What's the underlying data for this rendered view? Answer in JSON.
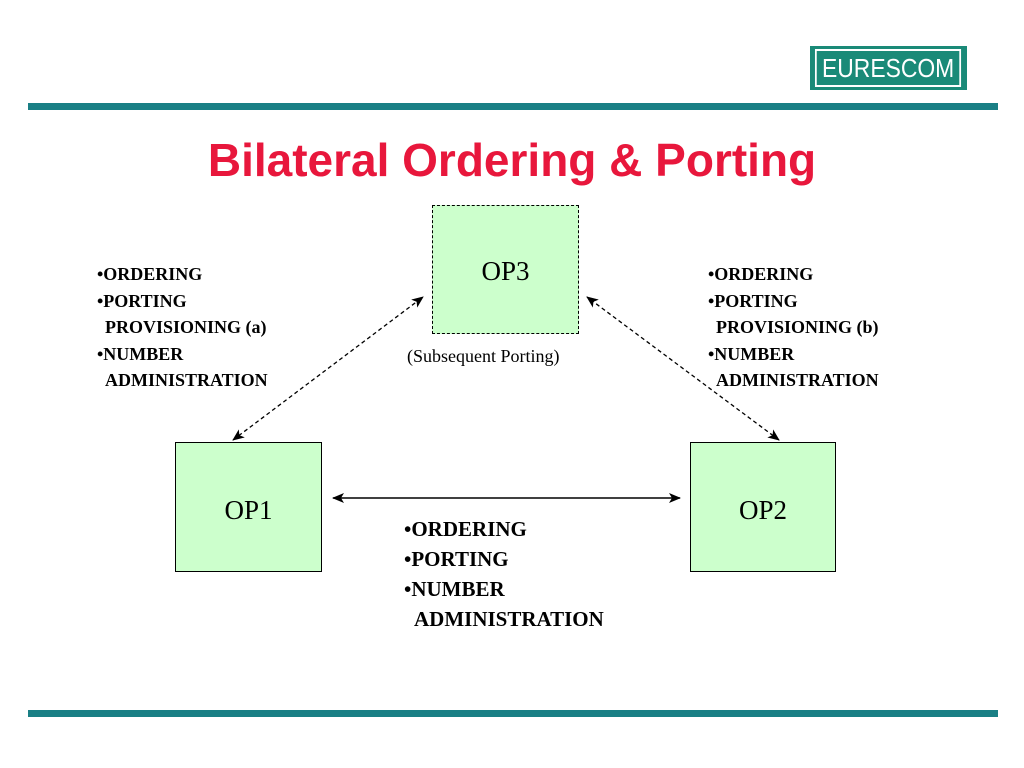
{
  "logo": {
    "text": "EURESCOM"
  },
  "title": "Bilateral Ordering & Porting",
  "nodes": {
    "op1": "OP1",
    "op2": "OP2",
    "op3": "OP3"
  },
  "op3_caption": "(Subsequent Porting)",
  "left_list": {
    "items": [
      "•ORDERING",
      "•PORTING",
      "PROVISIONING (a)",
      "•NUMBER",
      "ADMINISTRATION"
    ]
  },
  "right_list": {
    "items": [
      "•ORDERING",
      "•PORTING",
      "PROVISIONING (b)",
      "•NUMBER",
      "ADMINISTRATION"
    ]
  },
  "bottom_list": {
    "items": [
      "•ORDERING",
      "•PORTING",
      "•NUMBER",
      "ADMINISTRATION"
    ]
  },
  "colors": {
    "title": "#e8173c",
    "rule": "#1a7f85",
    "logo_bg": "#1a8a78",
    "node_fill": "#ccffcc"
  }
}
